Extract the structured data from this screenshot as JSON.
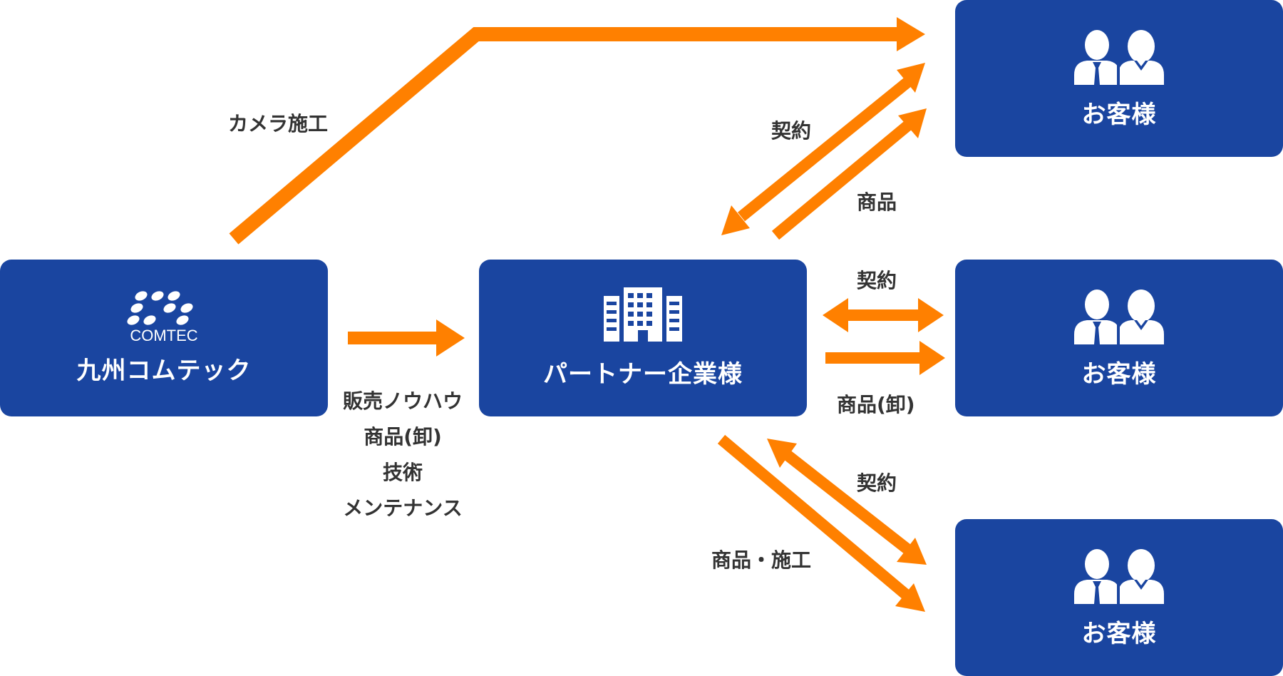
{
  "comtec": {
    "logo_text": "COMTEC",
    "name": "九州コムテック"
  },
  "partner": {
    "name": "パートナー企業様"
  },
  "customers": [
    {
      "name": "お客様"
    },
    {
      "name": "お客様"
    },
    {
      "name": "お客様"
    }
  ],
  "labels": {
    "camera": "カメラ施工",
    "contract_top": "契約",
    "product_top": "商品",
    "contract_mid": "契約",
    "product_mid": "商品(卸)",
    "contract_bot": "契約",
    "product_bot": "商品・施工",
    "knowhow": [
      "販売ノウハウ",
      "商品(卸)",
      "技術",
      "メンテナンス"
    ]
  },
  "colors": {
    "box": "#1a45a0",
    "arrow": "#ff8000"
  }
}
